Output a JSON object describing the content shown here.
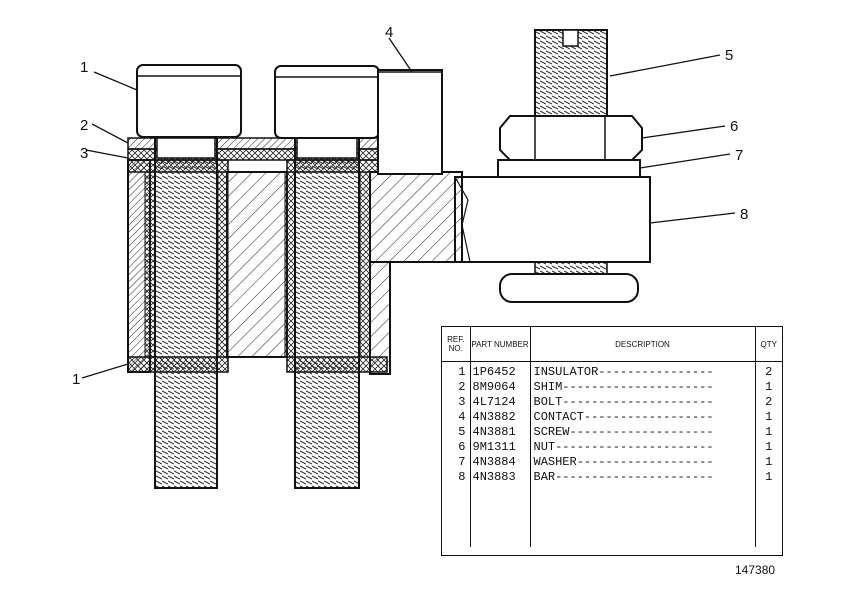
{
  "callouts": [
    "1",
    "2",
    "3",
    "4",
    "5",
    "6",
    "7",
    "8",
    "1"
  ],
  "table": {
    "headers": {
      "ref": "REF. NO.",
      "part": "PART NUMBER",
      "description": "DESCRIPTION",
      "qty": "QTY"
    },
    "rows": [
      {
        "ref": "1",
        "part": "1P6452",
        "description": "INSULATOR----------------",
        "qty": "2"
      },
      {
        "ref": "2",
        "part": "8M9064",
        "description": "SHIM---------------------",
        "qty": "1"
      },
      {
        "ref": "3",
        "part": "4L7124",
        "description": "BOLT---------------------",
        "qty": "2"
      },
      {
        "ref": "4",
        "part": "4N3882",
        "description": "CONTACT------------------",
        "qty": "1"
      },
      {
        "ref": "5",
        "part": "4N3881",
        "description": "SCREW--------------------",
        "qty": "1"
      },
      {
        "ref": "6",
        "part": "9M1311",
        "description": "NUT----------------------",
        "qty": "1"
      },
      {
        "ref": "7",
        "part": "4N3884",
        "description": "WASHER-------------------",
        "qty": "1"
      },
      {
        "ref": "8",
        "part": "4N3883",
        "description": "BAR----------------------",
        "qty": "1"
      }
    ]
  },
  "drawing_number": "147380"
}
